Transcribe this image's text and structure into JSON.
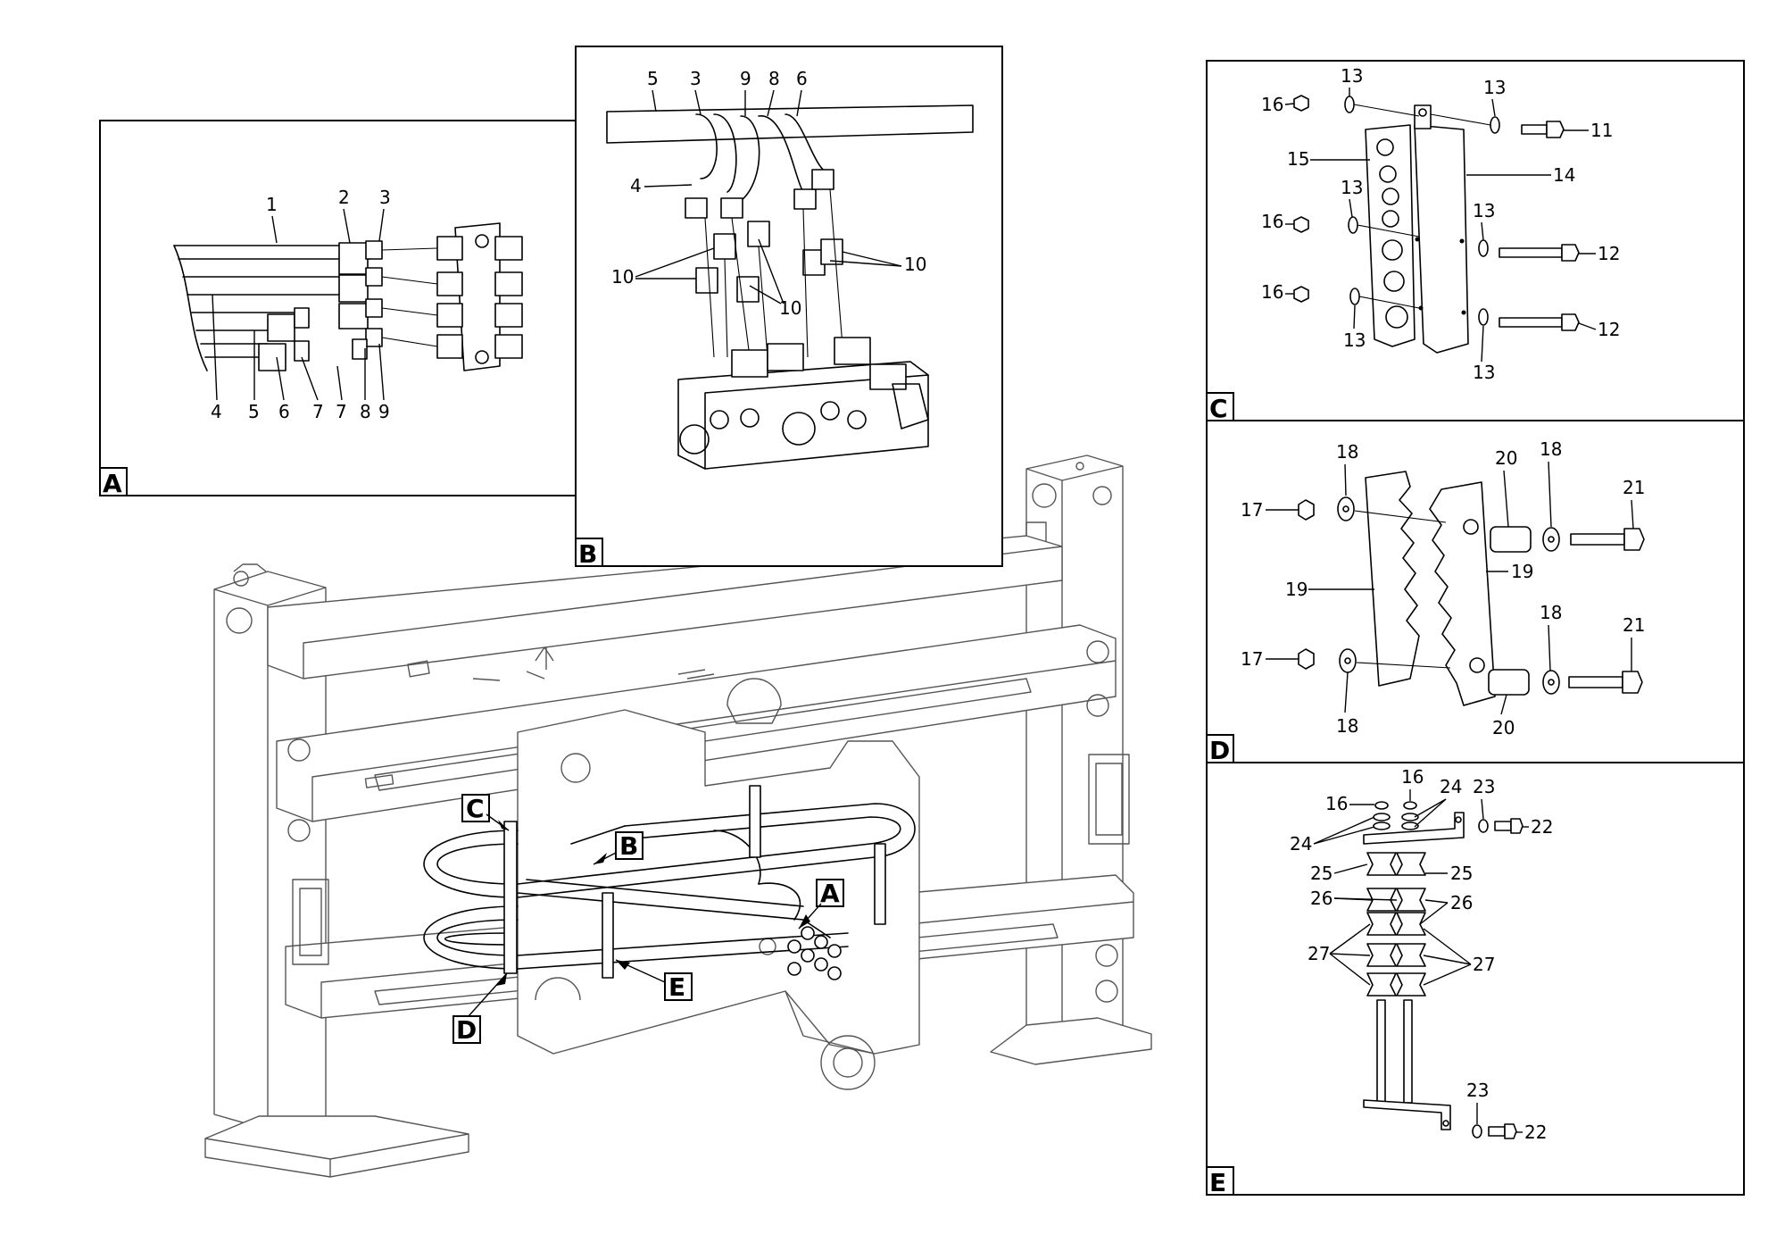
{
  "panels": {
    "A": {
      "letter": "A",
      "callouts": [
        "1",
        "2",
        "3",
        "4",
        "5",
        "6",
        "7",
        "7",
        "8",
        "9"
      ]
    },
    "B": {
      "letter": "B",
      "callouts": [
        "5",
        "3",
        "9",
        "8",
        "6",
        "4",
        "10",
        "10",
        "10"
      ]
    },
    "C": {
      "letter": "C",
      "callouts": [
        "16",
        "13",
        "13",
        "11",
        "15",
        "14",
        "13",
        "16",
        "13",
        "12",
        "16",
        "13",
        "12",
        "13"
      ]
    },
    "D": {
      "letter": "D",
      "callouts": [
        "18",
        "17",
        "20",
        "18",
        "21",
        "19",
        "19",
        "17",
        "18",
        "21",
        "18",
        "20"
      ]
    },
    "E": {
      "letter": "E",
      "callouts": [
        "16",
        "16",
        "24",
        "23",
        "22",
        "24",
        "25",
        "25",
        "26",
        "26",
        "27",
        "27",
        "23",
        "22"
      ]
    }
  },
  "main_tags": [
    "C",
    "B",
    "A",
    "E",
    "D"
  ]
}
